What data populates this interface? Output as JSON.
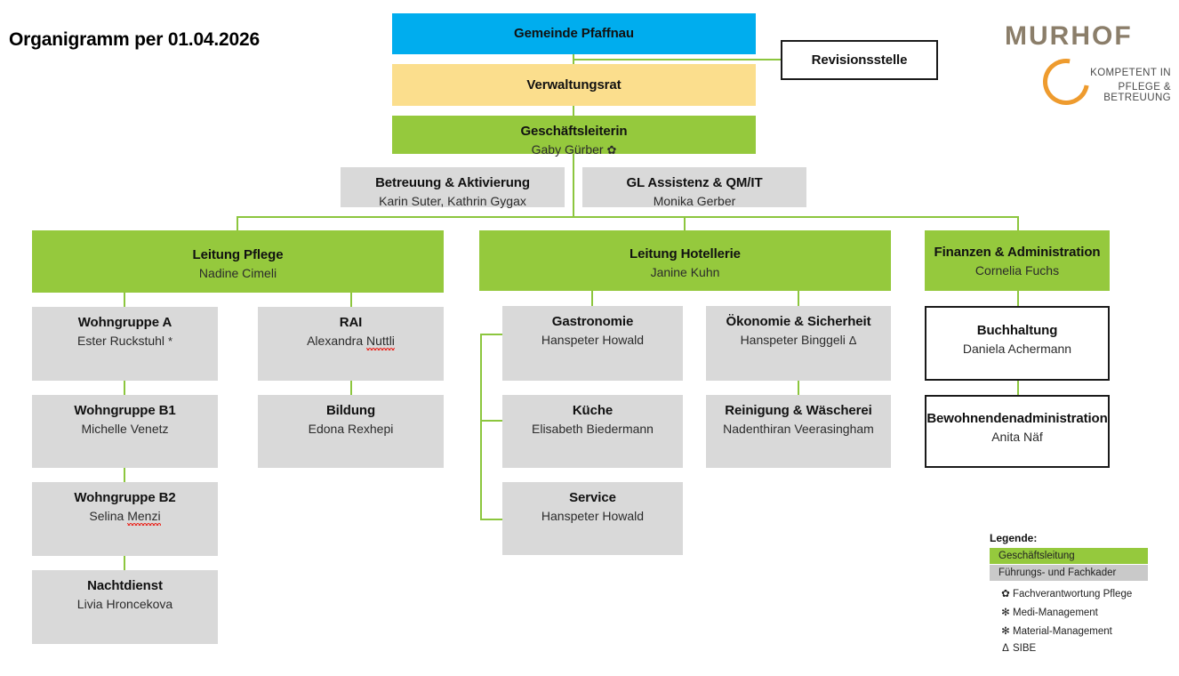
{
  "page": {
    "title": "Organigramm per 01.04.2026",
    "colors": {
      "blue": "#00ADEE",
      "yellow": "#FBDE8D",
      "green": "#95C93D",
      "grey": "#D9D9D9",
      "line": "#8CC63E",
      "logo_word": "#8B7E6A",
      "logo_arc": "#EE9B2E"
    }
  },
  "logo": {
    "wordmark": "MURHOF",
    "tagline_line1": "KOMPETENT IN",
    "tagline_line2": "PFLEGE & BETREUUNG",
    "arc_icon": "orange-c-arc-icon"
  },
  "nodes": {
    "gemeinde": {
      "title": "Gemeinde Pfaffnau",
      "person": ""
    },
    "verwaltungsrat": {
      "title": "Verwaltungsrat",
      "person": ""
    },
    "revisionsstelle": {
      "title": "Revisionsstelle",
      "person": ""
    },
    "geschaeftsleiterin": {
      "title": "Geschäftsleiterin",
      "person": "Gaby Gürber",
      "mark": "✿"
    },
    "betreuung": {
      "title": "Betreuung & Aktivierung",
      "person": "Karin Suter, Kathrin Gygax"
    },
    "gl_assistenz": {
      "title": "GL Assistenz & QM/IT",
      "person": "Monika Gerber"
    },
    "leitung_pflege": {
      "title": "Leitung Pflege",
      "person": "Nadine Cimeli"
    },
    "wohngruppe_a": {
      "title": "Wohngruppe A",
      "person": "Ester Ruckstuhl",
      "mark": "*"
    },
    "wohngruppe_b1": {
      "title": "Wohngruppe B1",
      "person": "Michelle Venetz"
    },
    "wohngruppe_b2": {
      "title": "Wohngruppe B2",
      "person_plain": "Selina ",
      "person_flagged": "Menzi"
    },
    "nachtdienst": {
      "title": "Nachtdienst",
      "person": "Livia Hroncekova"
    },
    "rai": {
      "title": "RAI",
      "person_plain": "Alexandra ",
      "person_flagged": "Nuttli"
    },
    "bildung": {
      "title": "Bildung",
      "person": "Edona Rexhepi"
    },
    "leitung_hotellerie": {
      "title": "Leitung Hotellerie",
      "person": "Janine Kuhn"
    },
    "gastronomie": {
      "title": "Gastronomie",
      "person": "Hanspeter Howald"
    },
    "kueche": {
      "title": "Küche",
      "person": "Elisabeth Biedermann"
    },
    "service": {
      "title": "Service",
      "person": "Hanspeter Howald"
    },
    "oekonomie": {
      "title": "Ökonomie & Sicherheit",
      "person": "Hanspeter Binggeli",
      "mark": "Δ"
    },
    "reinigung": {
      "title": "Reinigung & Wäscherei",
      "person": "Nadenthiran Veerasingham"
    },
    "finanzen": {
      "title": "Finanzen & Administration",
      "person": "Cornelia Fuchs"
    },
    "buchhaltung": {
      "title": "Buchhaltung",
      "person": "Daniela Achermann"
    },
    "bewohnendenadministration": {
      "title": "Bewohnendenadministration",
      "person": "Anita Näf"
    }
  },
  "legend": {
    "title": "Legende:",
    "swatches": [
      {
        "label": "Geschäftsleitung",
        "color": "#95C93D"
      },
      {
        "label": "Führungs- und Fachkader",
        "color": "#C9C9C9"
      }
    ],
    "marks": [
      {
        "symbol": "✿",
        "label": "Fachverantwortung Pflege"
      },
      {
        "symbol": "✻",
        "label": "Medi-Management"
      },
      {
        "symbol": "✻",
        "label": "Material-Management"
      },
      {
        "symbol": "Δ",
        "label": "SIBE"
      }
    ]
  }
}
